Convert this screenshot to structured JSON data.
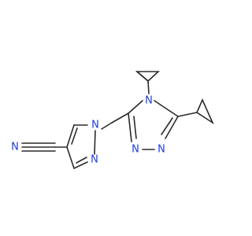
{
  "molecule": {
    "atom_color": "#1f3bd8",
    "bond_color": "#2b2b2b",
    "labels": {
      "nitrile_n": "N",
      "pyrazole_n1": "N",
      "pyrazole_n2": "N",
      "triazole_n4": "N",
      "triazole_n1": "N",
      "triazole_n2": "N"
    }
  }
}
